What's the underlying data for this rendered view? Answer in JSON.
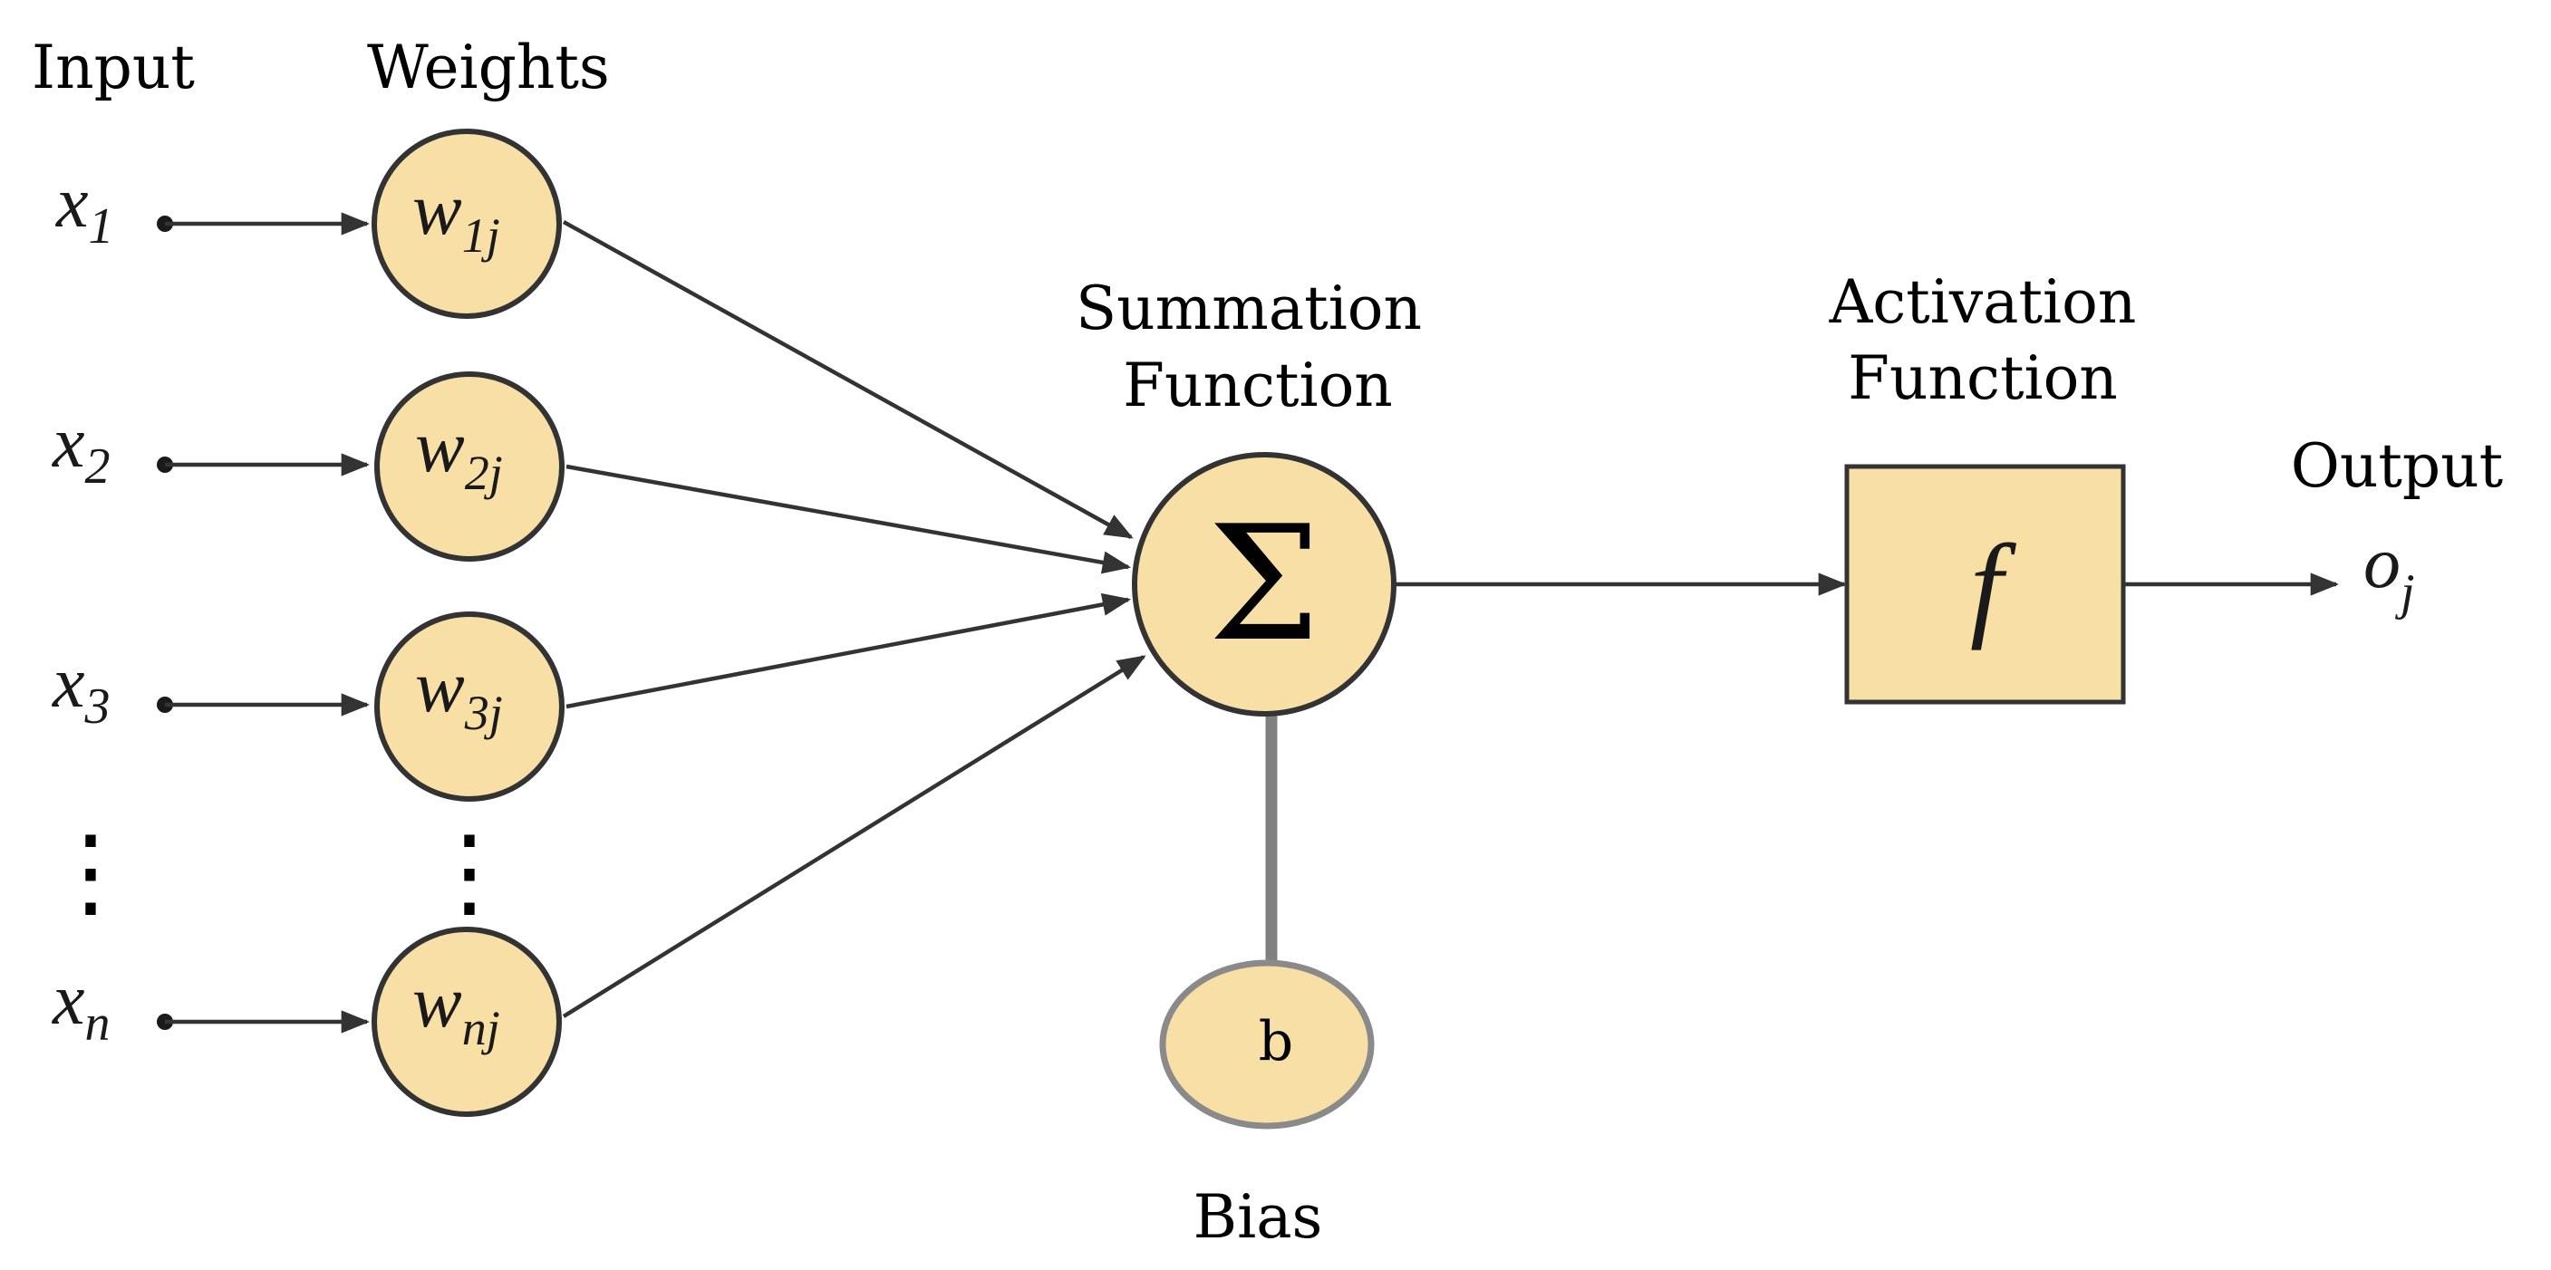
{
  "headers": {
    "input": "Input",
    "weights": "Weights",
    "summation_line1": "Summation",
    "summation_line2": "Function",
    "activation_line1": "Activation",
    "activation_line2": "Function",
    "output": "Output",
    "bias": "Bias"
  },
  "inputs": [
    {
      "base": "x",
      "sub": "1"
    },
    {
      "base": "x",
      "sub": "2"
    },
    {
      "base": "x",
      "sub": "3"
    },
    {
      "base": "x",
      "sub": "n"
    }
  ],
  "weights": [
    {
      "base": "w",
      "sub": "1j"
    },
    {
      "base": "w",
      "sub": "2j"
    },
    {
      "base": "w",
      "sub": "3j"
    },
    {
      "base": "w",
      "sub": "nj"
    }
  ],
  "ellipsis": "⋮",
  "summation_symbol": "Σ",
  "activation_symbol": "f",
  "bias_symbol": "b",
  "output_symbol": {
    "base": "o",
    "sub": "j"
  },
  "colors": {
    "node_fill": "#f7dfa6",
    "stroke": "#333333",
    "bias_stroke": "#808080"
  }
}
